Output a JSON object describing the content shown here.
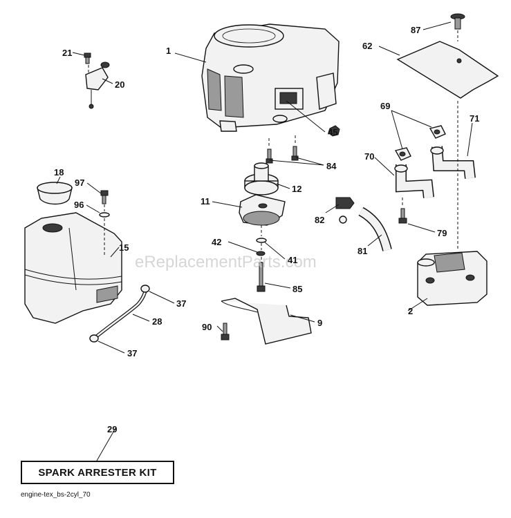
{
  "watermark": "eReplacementParts.com",
  "callouts": [
    {
      "id": "c1",
      "label": "1"
    },
    {
      "id": "c2",
      "label": "2"
    },
    {
      "id": "c9",
      "label": "9"
    },
    {
      "id": "c11",
      "label": "11"
    },
    {
      "id": "c12",
      "label": "12"
    },
    {
      "id": "c15",
      "label": "15"
    },
    {
      "id": "c18",
      "label": "18"
    },
    {
      "id": "c20",
      "label": "20"
    },
    {
      "id": "c21",
      "label": "21"
    },
    {
      "id": "c28",
      "label": "28"
    },
    {
      "id": "c29",
      "label": "29"
    },
    {
      "id": "c37a",
      "label": "37"
    },
    {
      "id": "c37b",
      "label": "37"
    },
    {
      "id": "c41",
      "label": "41"
    },
    {
      "id": "c42",
      "label": "42"
    },
    {
      "id": "c45",
      "label": "45"
    },
    {
      "id": "c62",
      "label": "62"
    },
    {
      "id": "c69",
      "label": "69"
    },
    {
      "id": "c70",
      "label": "70"
    },
    {
      "id": "c71",
      "label": "71"
    },
    {
      "id": "c79",
      "label": "79"
    },
    {
      "id": "c81",
      "label": "81"
    },
    {
      "id": "c82",
      "label": "82"
    },
    {
      "id": "c84",
      "label": "84"
    },
    {
      "id": "c85",
      "label": "85"
    },
    {
      "id": "c87",
      "label": "87"
    },
    {
      "id": "c90",
      "label": "90"
    },
    {
      "id": "c96",
      "label": "96"
    },
    {
      "id": "c97",
      "label": "97"
    }
  ],
  "kit_box": {
    "label": "SPARK ARRESTER KIT"
  },
  "footer": {
    "code": "engine-tex_bs-2cyl_70"
  }
}
